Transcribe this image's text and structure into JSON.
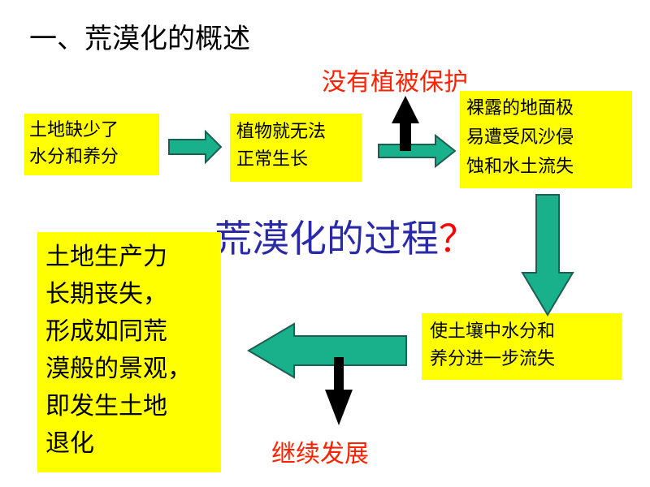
{
  "heading": "一、荒漠化的概述",
  "center_title": "荒漠化的过程",
  "center_title_mark": "？",
  "boxes": {
    "b1": "土地缺少了\n水分和养分",
    "b2": "植物就无法\n正常生长",
    "b3": "裸露的地面极\n易遭受风沙侵\n蚀和水土流失",
    "b4": "使土壤中水分和\n养分进一步流失",
    "b5": "土地生产力\n长期丧失，\n形成如同荒\n漠般的景观，\n即发生土地\n退化"
  },
  "notes": {
    "top": "没有植被保护",
    "bottom": "继续发展"
  },
  "colors": {
    "box_fill": "#ffff00",
    "arrow_fill": "#19b08c",
    "arrow_stroke": "#1f5e50",
    "title_blue": "#2a2aa8",
    "note_red": "#ff2200"
  }
}
